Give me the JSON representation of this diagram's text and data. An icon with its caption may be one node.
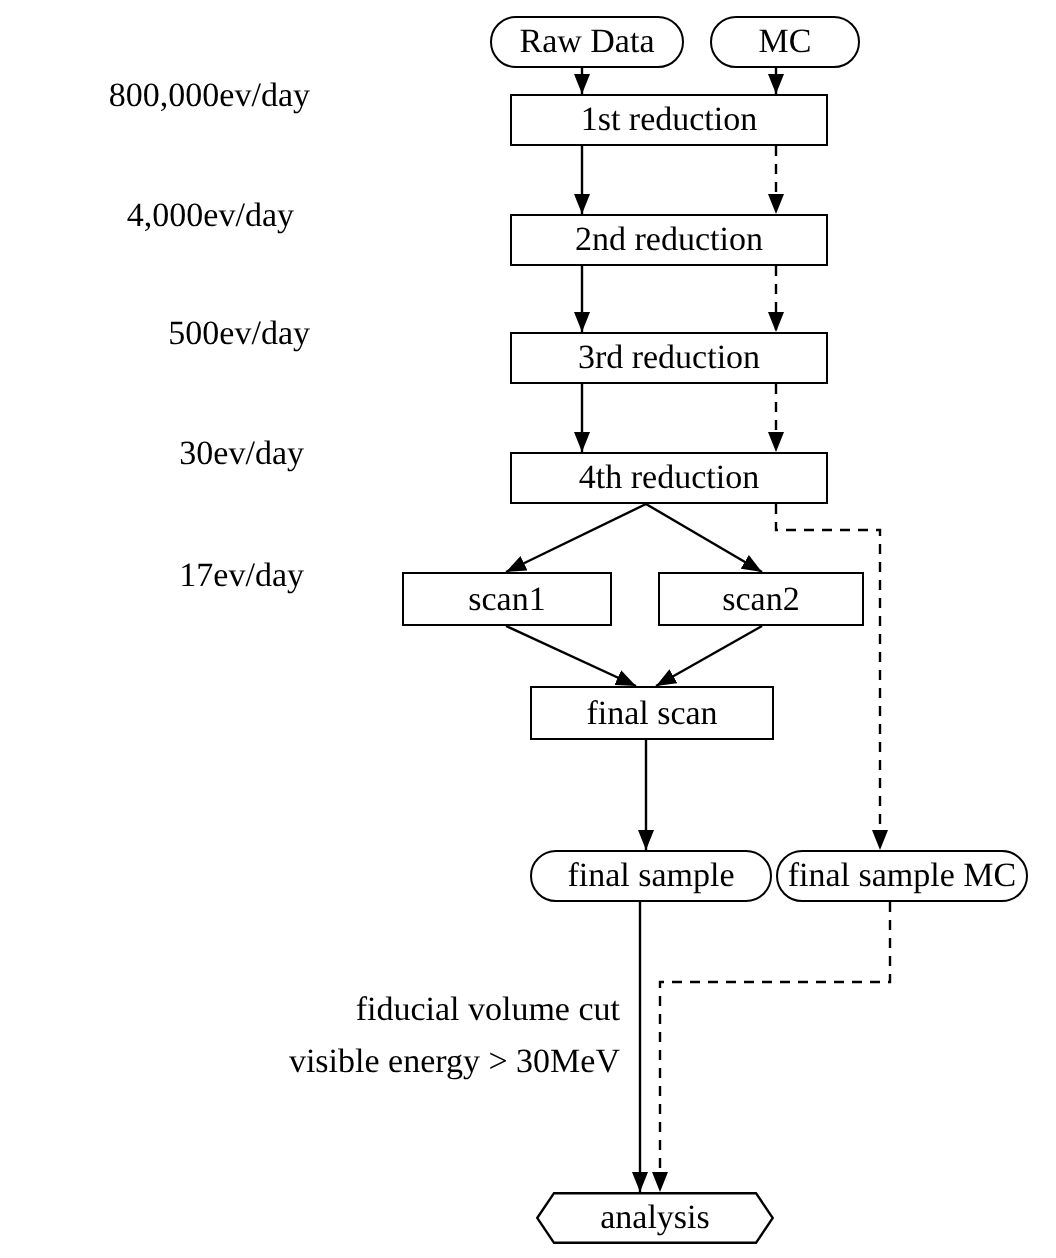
{
  "diagram": {
    "nodes": [
      {
        "text": [
          "Raw Data"
        ]
      },
      {
        "text": [
          "MC"
        ]
      },
      {
        "text": [
          "1st reduction"
        ]
      },
      {
        "text": [
          "2nd reduction"
        ]
      },
      {
        "text": [
          "3rd reduction"
        ]
      },
      {
        "text": [
          "4th reduction"
        ]
      },
      {
        "text": [
          "scan1"
        ]
      },
      {
        "text": [
          "scan2"
        ]
      },
      {
        "text": [
          "final scan"
        ]
      },
      {
        "text": [
          "final sample"
        ]
      },
      {
        "text": [
          "final sample MC"
        ]
      },
      {
        "text": [
          "analysis"
        ]
      }
    ],
    "edges": [
      {
        "from": 0,
        "to": 2,
        "arrow": "to"
      },
      {
        "from": 1,
        "to": 2,
        "arrow": "to",
        "style": "dashed"
      },
      {
        "from": 2,
        "to": 3,
        "arrow": "to"
      },
      {
        "from": 2,
        "to": 3,
        "arrow": "to",
        "style": "dashed"
      },
      {
        "from": 3,
        "to": 4,
        "arrow": "to"
      },
      {
        "from": 3,
        "to": 4,
        "arrow": "to",
        "style": "dashed"
      },
      {
        "from": 4,
        "to": 5,
        "arrow": "to"
      },
      {
        "from": 4,
        "to": 5,
        "arrow": "to",
        "style": "dashed"
      },
      {
        "from": 5,
        "to": 6,
        "arrow": "to"
      },
      {
        "from": 5,
        "to": 7,
        "arrow": "to"
      },
      {
        "from": 6,
        "to": 8,
        "arrow": "to"
      },
      {
        "from": 7,
        "to": 8,
        "arrow": "to"
      },
      {
        "from": 8,
        "to": 9,
        "arrow": "to"
      },
      {
        "from": 5,
        "to": 10,
        "arrow": "to",
        "style": "dashed"
      },
      {
        "from": 9,
        "to": 11,
        "arrow": "to"
      },
      {
        "from": 10,
        "to": 11,
        "arrow": "to",
        "style": "dashed"
      }
    ],
    "labels": [
      "800,000ev/day",
      "4,000ev/day",
      "500ev/day",
      "30ev/day",
      "17ev/day",
      "fiducial volume cut",
      "visible energy > 30MeV"
    ]
  }
}
